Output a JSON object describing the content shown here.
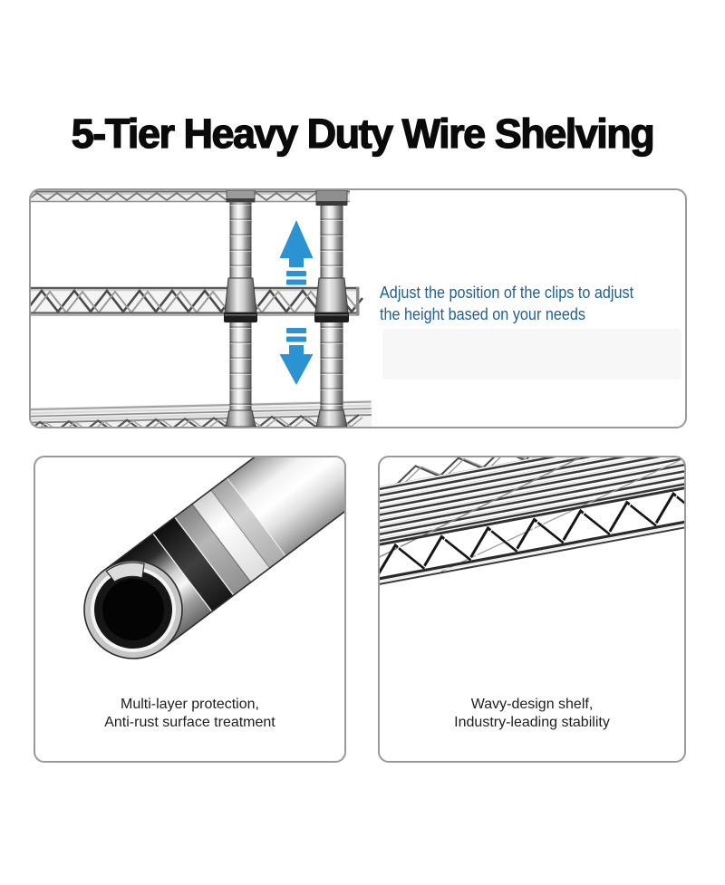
{
  "title": "5-Tier Heavy Duty Wire Shelving",
  "adjust_panel": {
    "caption_line1": "Adjust the position of the clips to adjust",
    "caption_line2": "the height based on your needs",
    "up_arrow": "up-arrow-icon",
    "down_arrow": "down-arrow-icon"
  },
  "features": [
    {
      "line1": "Multi-layer protection,",
      "line2": "Anti-rust surface treatment"
    },
    {
      "line1": "Wavy-design shelf,",
      "line2": "Industry-leading stability"
    }
  ],
  "colors": {
    "title_color": "#0a0a0a",
    "arrow_blue": "#2b93d1",
    "caption_blue": "#1d5f92",
    "panel_border": "#999999"
  }
}
